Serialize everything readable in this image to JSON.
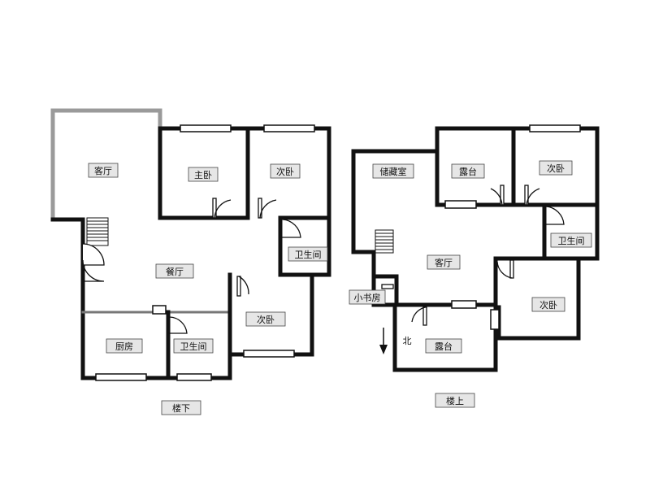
{
  "downstairs": {
    "rooms": {
      "living": "客厅",
      "master_bedroom": "主卧",
      "second_bedroom_top": "次卧",
      "bathroom_right": "卫生间",
      "dining": "餐厅",
      "second_bedroom_bottom": "次卧",
      "kitchen": "厨房",
      "bathroom_bottom": "卫生间"
    },
    "caption": "楼下"
  },
  "upstairs": {
    "rooms": {
      "storage": "储藏室",
      "terrace_top": "露台",
      "second_bedroom_top": "次卧",
      "bathroom": "卫生间",
      "living": "客厅",
      "study": "小书房",
      "terrace_bottom": "露台",
      "second_bedroom_right": "次卧"
    },
    "north": "北",
    "caption": "楼上"
  },
  "colors": {
    "wall": "#111111",
    "label_fill": "#e6e6e6",
    "label_stroke": "#444444",
    "window_fill": "#ffffff",
    "faded_wall": "#9a9a9a"
  }
}
